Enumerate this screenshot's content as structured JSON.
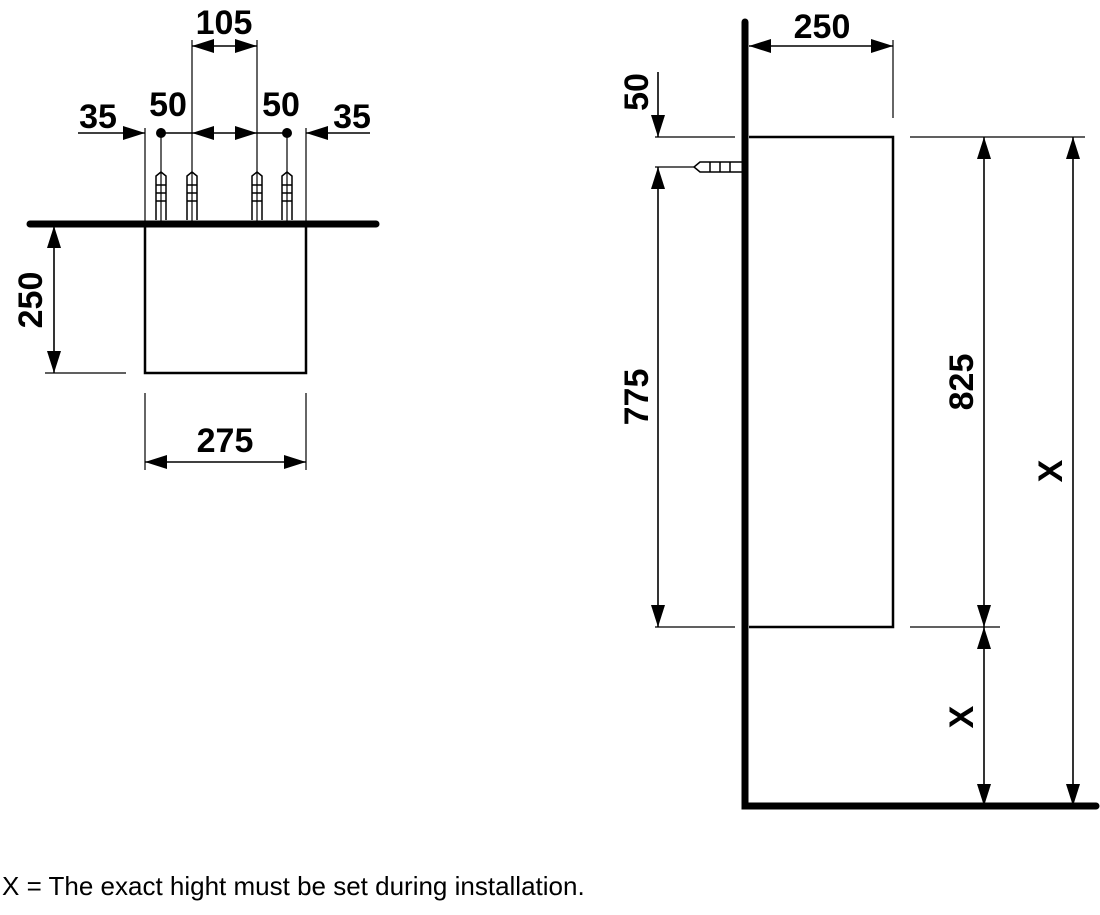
{
  "front_view": {
    "dim_top": "105",
    "dim_left_outer": "35",
    "dim_left_inner": "50",
    "dim_right_inner": "50",
    "dim_right_outer": "35",
    "dim_depth": "250",
    "dim_width": "275"
  },
  "side_view": {
    "dim_depth": "250",
    "dim_offset": "50",
    "dim_anchor_height": "775",
    "dim_height": "825",
    "dim_total": "X",
    "dim_floor": "X"
  },
  "note": "X = The exact hight must be set during installation.",
  "colors": {
    "line": "#000000",
    "background": "#ffffff"
  }
}
